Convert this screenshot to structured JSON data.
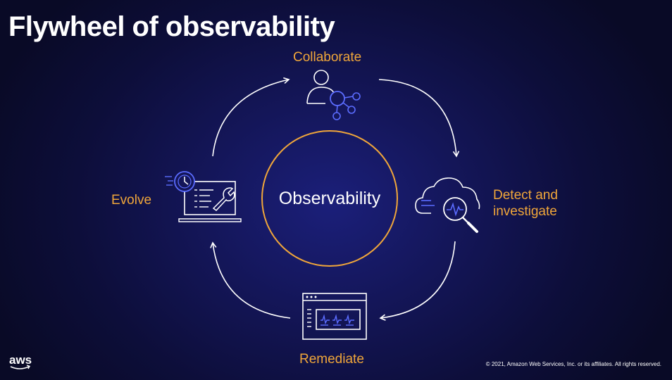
{
  "slide": {
    "title": "Flywheel of observability",
    "center_label": "Observability",
    "stages": {
      "collaborate": "Collaborate",
      "detect": "Detect and investigate",
      "remediate": "Remediate",
      "evolve": "Evolve"
    },
    "icons": {
      "collaborate": "people-network-icon",
      "detect": "cloud-magnifier-icon",
      "remediate": "monitoring-dashboard-icon",
      "evolve": "laptop-wrench-clock-icon"
    },
    "colors": {
      "accent": "#f0a63a",
      "icon_line": "#ffffff",
      "icon_highlight": "#5b6cff",
      "background": "#141659"
    }
  },
  "footer": {
    "logo_text": "aws",
    "copyright": "© 2021, Amazon Web Services, Inc. or its affiliates. All rights reserved."
  }
}
